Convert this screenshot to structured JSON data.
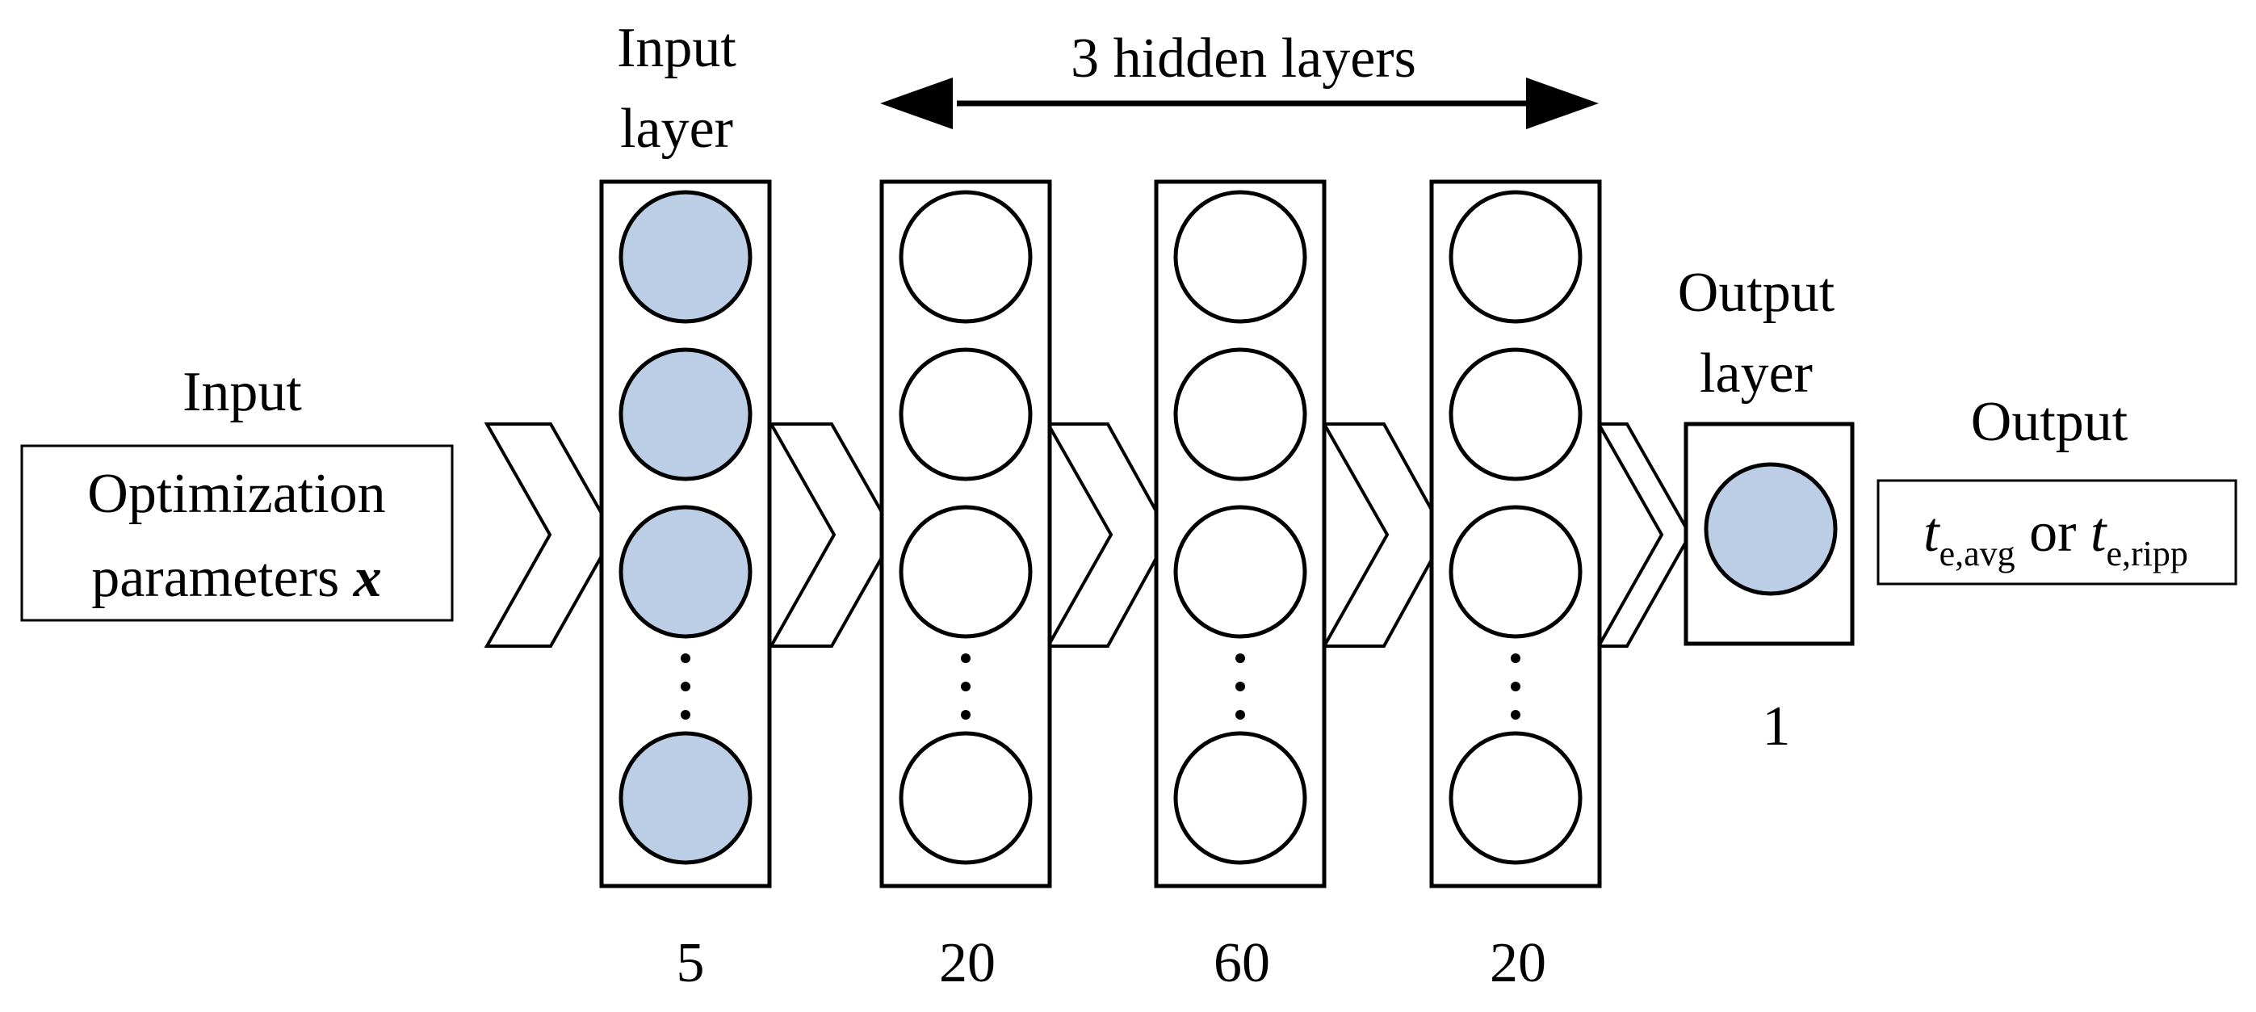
{
  "input": {
    "heading": "Input",
    "box_line1": "Optimization",
    "box_line2_text": "parameters ",
    "box_line2_var": "x"
  },
  "input_layer": {
    "title_line1": "Input",
    "title_line2": "layer",
    "count": "5"
  },
  "hidden": {
    "span_label": "3 hidden layers",
    "counts": [
      "20",
      "60",
      "20"
    ]
  },
  "output_layer": {
    "title_line1": "Output",
    "title_line2": "layer",
    "count": "1"
  },
  "output": {
    "heading": "Output",
    "var1": "t",
    "sub1": "e,avg",
    "connector": " or ",
    "var2": "t",
    "sub2": "e,ripp"
  },
  "colors": {
    "filled_node": "#bccde6",
    "stroke": "#000000"
  }
}
